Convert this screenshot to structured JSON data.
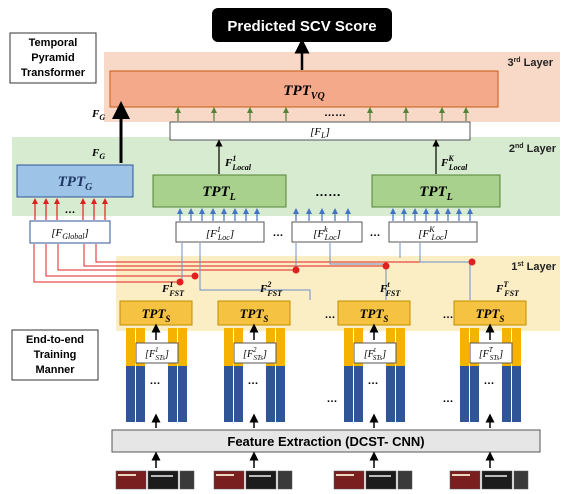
{
  "title": "Predicted SCV Score",
  "side_labels": {
    "tpt_lines": [
      "Temporal",
      "Pyramid",
      "Transformer"
    ],
    "e2e_lines": [
      "End-to-end",
      "Training",
      "Manner"
    ]
  },
  "layers": {
    "third": {
      "num": "3",
      "sup": "rd",
      "word": " Layer"
    },
    "second": {
      "num": "2",
      "sup": "nd",
      "word": " Layer"
    },
    "first": {
      "num": "1",
      "sup": "st",
      "word": " Layer"
    }
  },
  "blocks": {
    "tpt": "TPT",
    "sub_vq": "VQ",
    "sub_g": "G",
    "sub_l": "L",
    "sub_s": "S"
  },
  "features": {
    "F": "F",
    "F_G_sub": "G",
    "F_L_text": "[F",
    "F_L_sub": "L",
    "F_L_close": "]",
    "local_sub": "Local",
    "local_sup_1": "1",
    "local_sup_k": "K",
    "global_sub": "Global",
    "loc_sub": "Loc",
    "loc_sup_1": "1",
    "loc_sup_k": "k",
    "loc_sup_K": "K",
    "fst_sub": "FST",
    "fst_sups": [
      "1",
      "2",
      "t",
      "T"
    ],
    "sts_sub": "STs",
    "sts_sups": [
      "1",
      "2",
      "t",
      "T"
    ]
  },
  "ellipsis": "……",
  "dots": "…",
  "cdots": "···",
  "feature_extraction": "Feature Extraction (DCST- CNN)",
  "colors": {
    "third_layer_bg": "#f8d9c8",
    "second_layer_bg": "#d7ebd0",
    "first_layer_bg": "#fbeec4",
    "tpt_vq_fill": "#f4a98a",
    "tpt_g_fill": "#9dc3e6",
    "tpt_l_fill": "#a9d18e",
    "tpt_s_fill": "#f5c242",
    "bar_blue": "#2f5597",
    "bar_yellow": "#f5b300",
    "arrow_green": "#548235",
    "arrow_blue": "#4472c4",
    "arrow_red": "#e02020"
  }
}
